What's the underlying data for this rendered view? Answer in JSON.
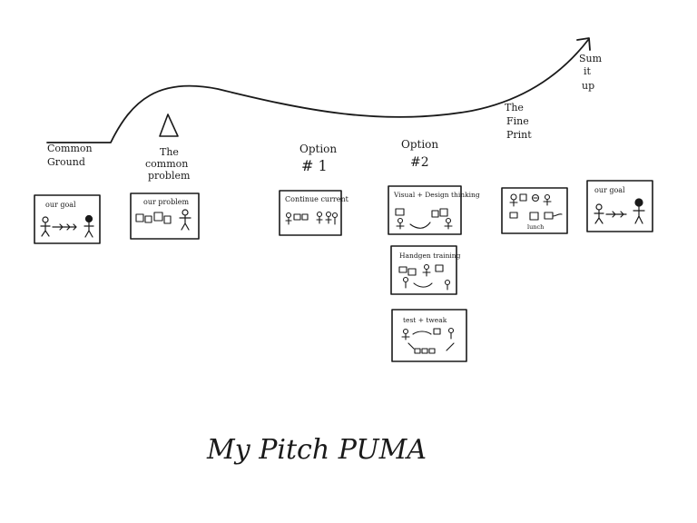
{
  "title": "My Pitch PUMA",
  "stages": [
    {
      "id": "common-ground",
      "lines": [
        "Common",
        "Ground"
      ]
    },
    {
      "id": "common-problem",
      "lines": [
        "The",
        "common",
        "problem"
      ]
    },
    {
      "id": "option-1",
      "lines": [
        "Option",
        "# 1"
      ]
    },
    {
      "id": "option-2",
      "lines": [
        "Option",
        "#2"
      ]
    },
    {
      "id": "fine-print",
      "lines": [
        "The",
        "Fine",
        "Print"
      ]
    },
    {
      "id": "sum-it-up",
      "lines": [
        "Sum",
        "it",
        "up"
      ]
    }
  ],
  "cards": [
    {
      "id": "our-goal-1",
      "label": "our goal"
    },
    {
      "id": "our-problem",
      "label": "our problem"
    },
    {
      "id": "continue-current",
      "label": "Continue current"
    },
    {
      "id": "visual-design-thinking",
      "label": "Visual + Design thinking"
    },
    {
      "id": "handgen-training",
      "label": "Handgen training"
    },
    {
      "id": "test-tweak",
      "label": "test + tweak"
    },
    {
      "id": "fine-print-card",
      "label": ""
    },
    {
      "id": "our-goal-2",
      "label": "our goal"
    }
  ],
  "annotations": {
    "fine_print_sublabel": "lunch"
  }
}
